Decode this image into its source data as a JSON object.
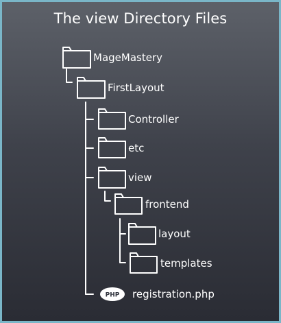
{
  "title": "The view Directory Files",
  "tree": {
    "root": "MageMastery",
    "module": "FirstLayout",
    "controller": "Controller",
    "etc": "etc",
    "view": "view",
    "frontend": "frontend",
    "layout": "layout",
    "templates": "templates",
    "registration": "registration.php",
    "php_badge": "PHP"
  },
  "colors": {
    "line": "#ffffff",
    "border": "#7ab6c8"
  }
}
